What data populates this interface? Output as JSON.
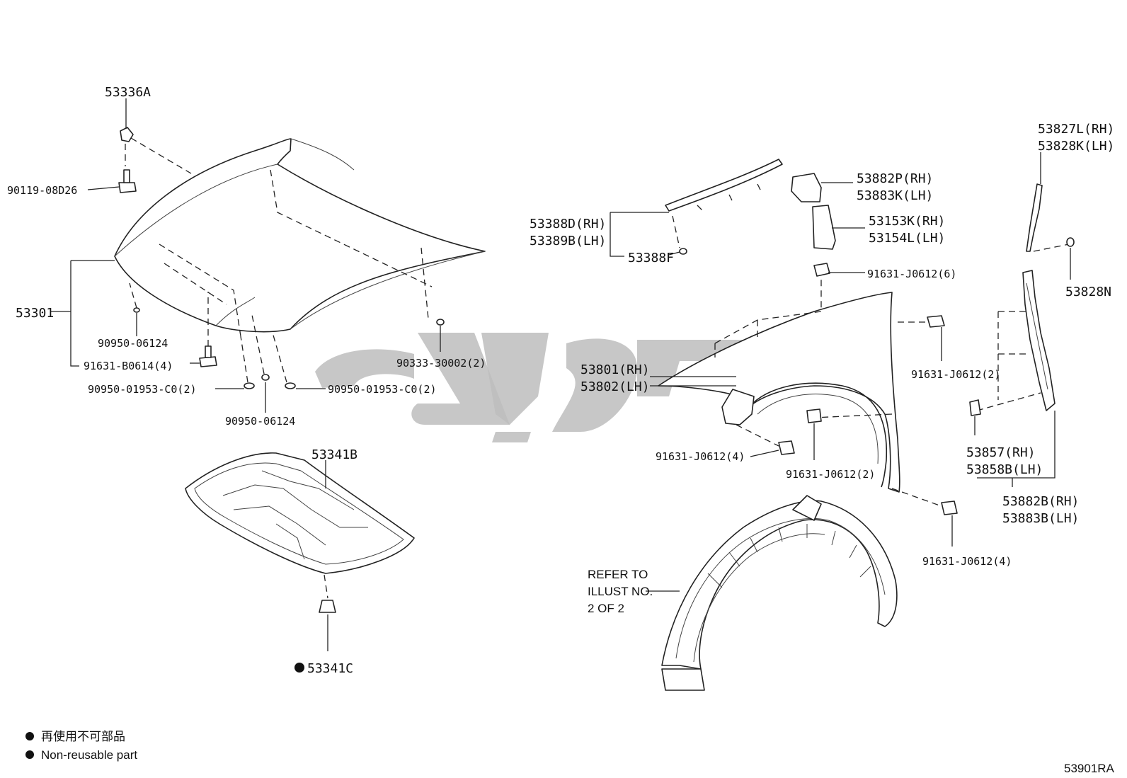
{
  "labels": {
    "p53336A": "53336A",
    "p90119_08D26": "90119-08D26",
    "p53301": "53301",
    "p90950_06124_a": "90950-06124",
    "p91631_B0614": "91631-B0614(4)",
    "p90950_01953_C0_a": "90950-01953-C0(2)",
    "p90950_06124_b": "90950-06124",
    "p90950_01953_C0_b": "90950-01953-C0(2)",
    "p90333_30002": "90333-30002(2)",
    "p53341B": "53341B",
    "p53341C": "53341C",
    "p53388D": "53388D(RH)",
    "p53389B": "53389B(LH)",
    "p53388F": "53388F",
    "p53882P": "53882P(RH)",
    "p53883K": "53883K(LH)",
    "p53153K": "53153K(RH)",
    "p53154L": "53154L(LH)",
    "p91631_J0612_6": "91631-J0612(6)",
    "p53801": "53801(RH)",
    "p53802": "53802(LH)",
    "p91631_J0612_2a": "91631-J0612(2)",
    "p91631_J0612_4a": "91631-J0612(4)",
    "p91631_J0612_2b": "91631-J0612(2)",
    "p91631_J0612_4b": "91631-J0612(4)",
    "p53827L": "53827L(RH)",
    "p53828K": "53828K(LH)",
    "p53828N": "53828N",
    "p53857": "53857(RH)",
    "p53858B": "53858B(LH)",
    "p53882B": "53882B(RH)",
    "p53883B": "53883B(LH)"
  },
  "refer": {
    "line1": "REFER TO",
    "line2": "ILLUST NO.",
    "line3": "2 OF 2"
  },
  "legend": {
    "japanese": "再使用不可部品",
    "english": "Non-reusable part"
  },
  "diagram_id": "53901RA",
  "colors": {
    "line": "#222222",
    "watermark": "#bdbdbd"
  }
}
